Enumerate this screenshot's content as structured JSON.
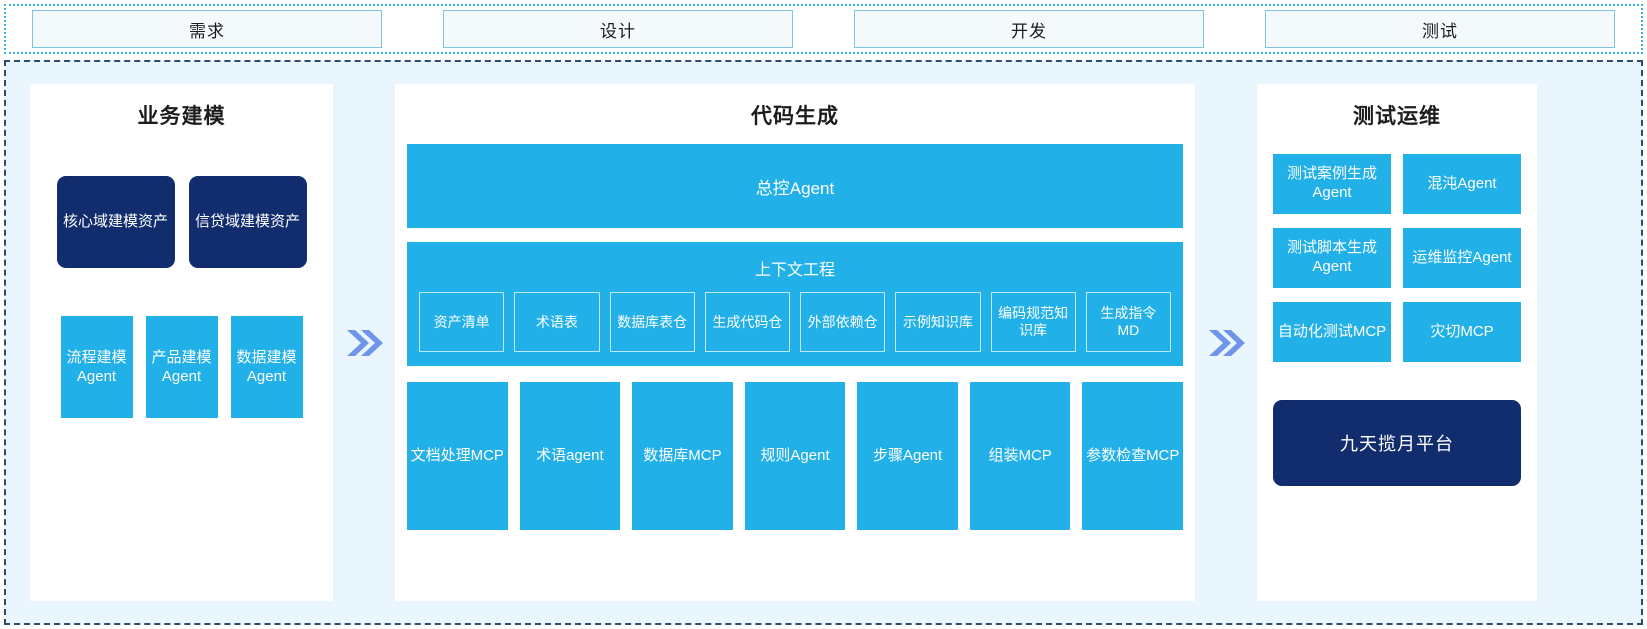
{
  "phases": [
    {
      "label": "需求"
    },
    {
      "label": "设计"
    },
    {
      "label": "开发"
    },
    {
      "label": "测试"
    }
  ],
  "colors": {
    "cyan": "#22b0e8",
    "navy": "#112d6e",
    "arrow": "#6f95ea",
    "panel_bg": "#ffffff",
    "canvas_bg": "#eaf6fd",
    "phase_border": "#7fc4e0",
    "phase_fill": "#f4f9fb"
  },
  "left_panel": {
    "title": "业务建模",
    "assets": [
      {
        "label": "核心域建模资产"
      },
      {
        "label": "信贷域建模资产"
      }
    ],
    "agents": [
      {
        "label": "流程建模Agent"
      },
      {
        "label": "产品建模Agent"
      },
      {
        "label": "数据建模Agent"
      }
    ]
  },
  "arrows": [
    {
      "icon": "double-chevron-right"
    },
    {
      "icon": "double-chevron-right"
    }
  ],
  "center_panel": {
    "title": "代码生成",
    "master_agent": "总控Agent",
    "context_title": "上下文工程",
    "context_items": [
      {
        "label": "资产清单"
      },
      {
        "label": "术语表"
      },
      {
        "label": "数据库表仓"
      },
      {
        "label": "生成代码仓"
      },
      {
        "label": "外部依赖仓"
      },
      {
        "label": "示例知识库"
      },
      {
        "label": "编码规范知识库"
      },
      {
        "label": "生成指令MD"
      }
    ],
    "tools": [
      {
        "label": "文档处理MCP"
      },
      {
        "label": "术语agent"
      },
      {
        "label": "数据库MCP"
      },
      {
        "label": "规则Agent"
      },
      {
        "label": "步骤Agent"
      },
      {
        "label": "组装MCP"
      },
      {
        "label": "参数检查MCP"
      }
    ]
  },
  "right_panel": {
    "title": "测试运维",
    "cards": [
      {
        "label": "测试案例生成Agent"
      },
      {
        "label": "混沌Agent"
      },
      {
        "label": "测试脚本生成Agent"
      },
      {
        "label": "运维监控Agent"
      },
      {
        "label": "自动化测试MCP"
      },
      {
        "label": "灾切MCP"
      }
    ],
    "platform": "九天揽月平台"
  }
}
